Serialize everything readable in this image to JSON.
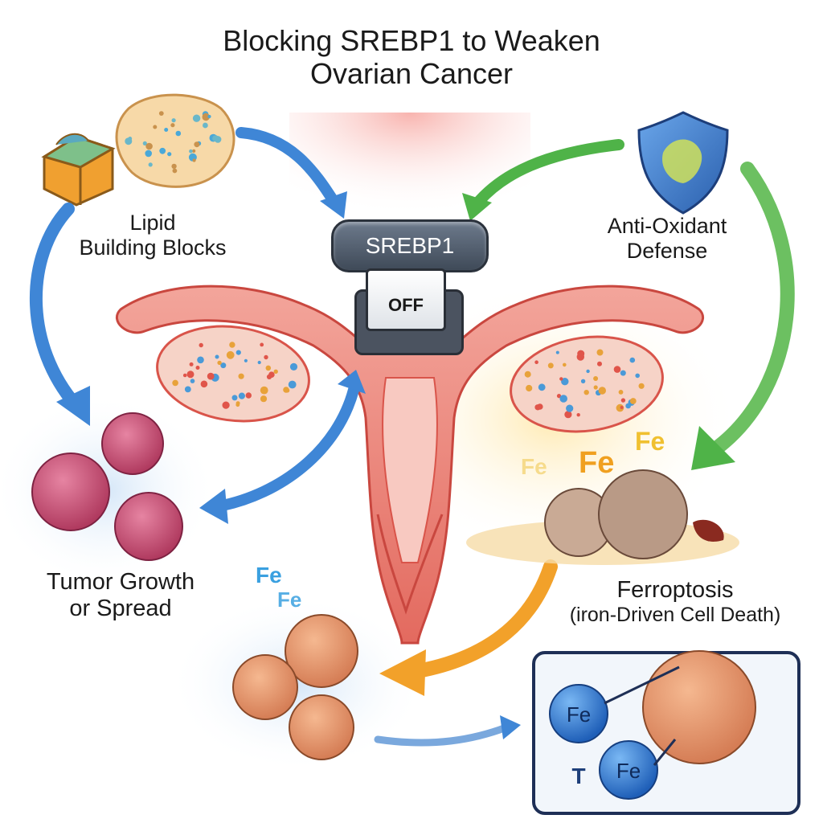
{
  "title": "Blocking SREBP1 to Weaken Ovarian Cancer",
  "srebp1_label": "SREBP1",
  "switch_label": "OFF",
  "lipid": {
    "line1": "Lipid",
    "line2": "Building Blocks"
  },
  "antioxidant": {
    "line1": "Anti-Oxidant",
    "line2": "Defense"
  },
  "tumor": {
    "line1": "Tumor Growth",
    "line2": "or Spread"
  },
  "ferroptosis": {
    "line1": "Ferroptosis",
    "line2": "(iron-Driven Cell Death)"
  },
  "fe_labels": [
    "Fe",
    "Fe",
    "Fe",
    "Fe",
    "Fe",
    "Fe"
  ],
  "t_label": "T",
  "colors": {
    "blue_arrow": "#3f86d6",
    "green_arrow": "#4fb348",
    "orange_arrow": "#f2a12a",
    "uterus": "#e8786e",
    "uterus_light": "#f7c3bb",
    "ovary_fill": "#f6d3c7",
    "tumor_cell": "#c9476f",
    "dead_cell": "#b99a86",
    "fe_yellow": "#f0c030",
    "fe_blue": "#2f7fd8",
    "shield": "#3f7fd0",
    "panel_border": "#1e2f56"
  }
}
